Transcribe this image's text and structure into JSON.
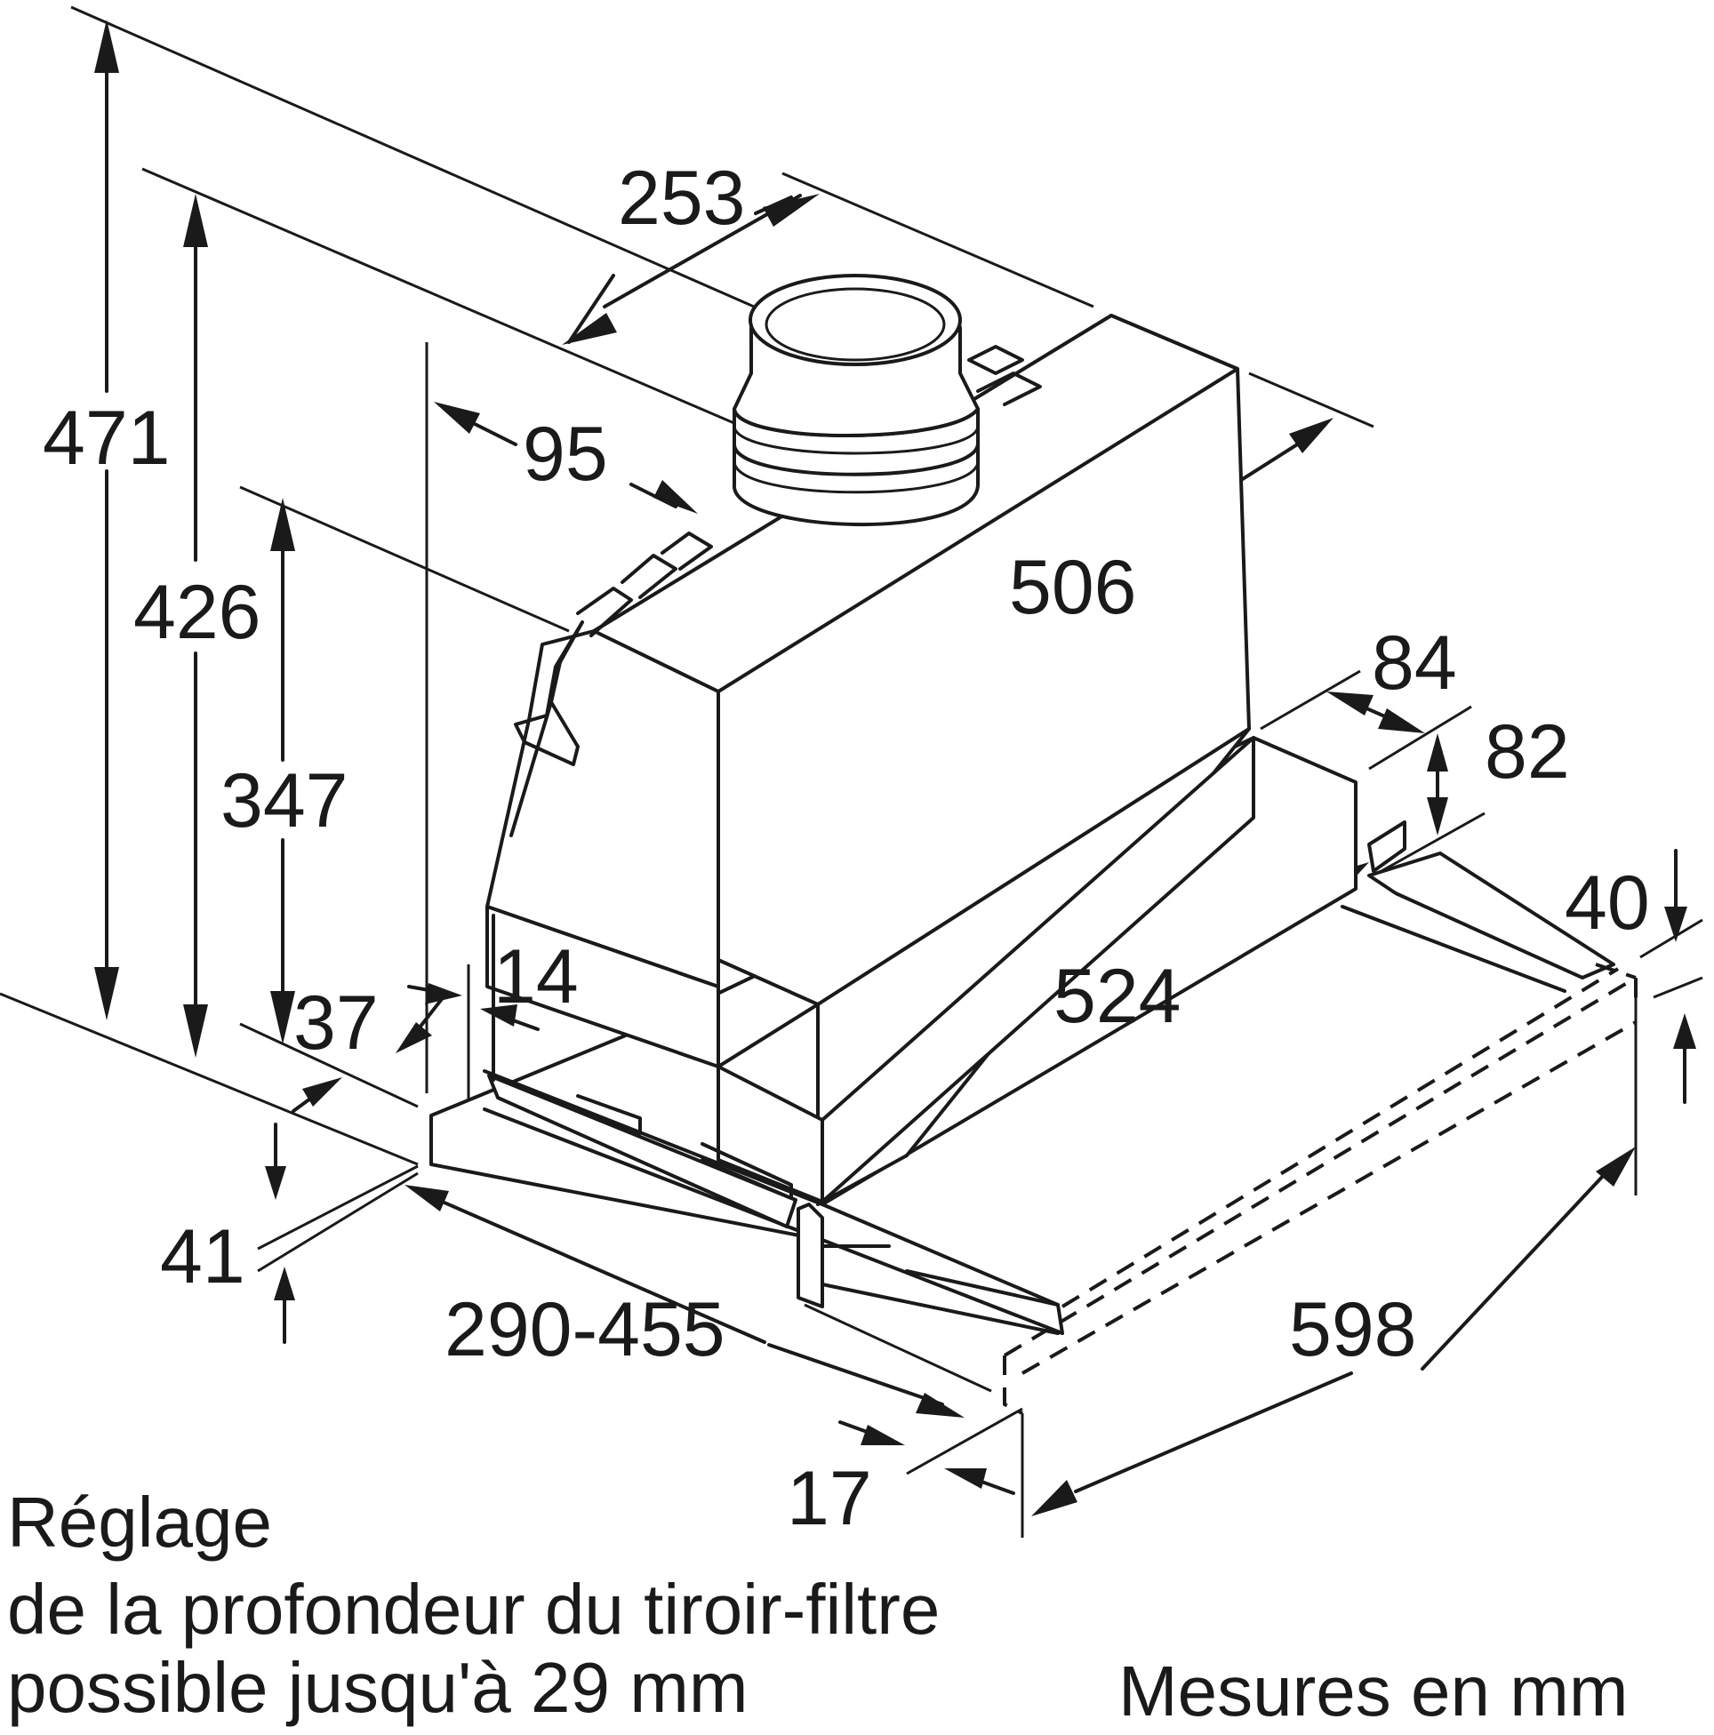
{
  "dimensions": {
    "d253": "253",
    "d95": "95",
    "d471": "471",
    "d426": "426",
    "d347": "347",
    "d506": "506",
    "d84": "84",
    "d82": "82",
    "d40": "40",
    "d14": "14",
    "d37": "37",
    "d524": "524",
    "d41": "41",
    "d290_455": "290-455",
    "d598": "598",
    "d17": "17"
  },
  "notes": {
    "line1": "Réglage",
    "line2": "de la profondeur du tiroir-filtre",
    "line3": "possible jusqu'à 29 mm",
    "units": "Mesures en mm"
  },
  "style": {
    "stroke": "#1a1a1a",
    "background": "#ffffff"
  }
}
